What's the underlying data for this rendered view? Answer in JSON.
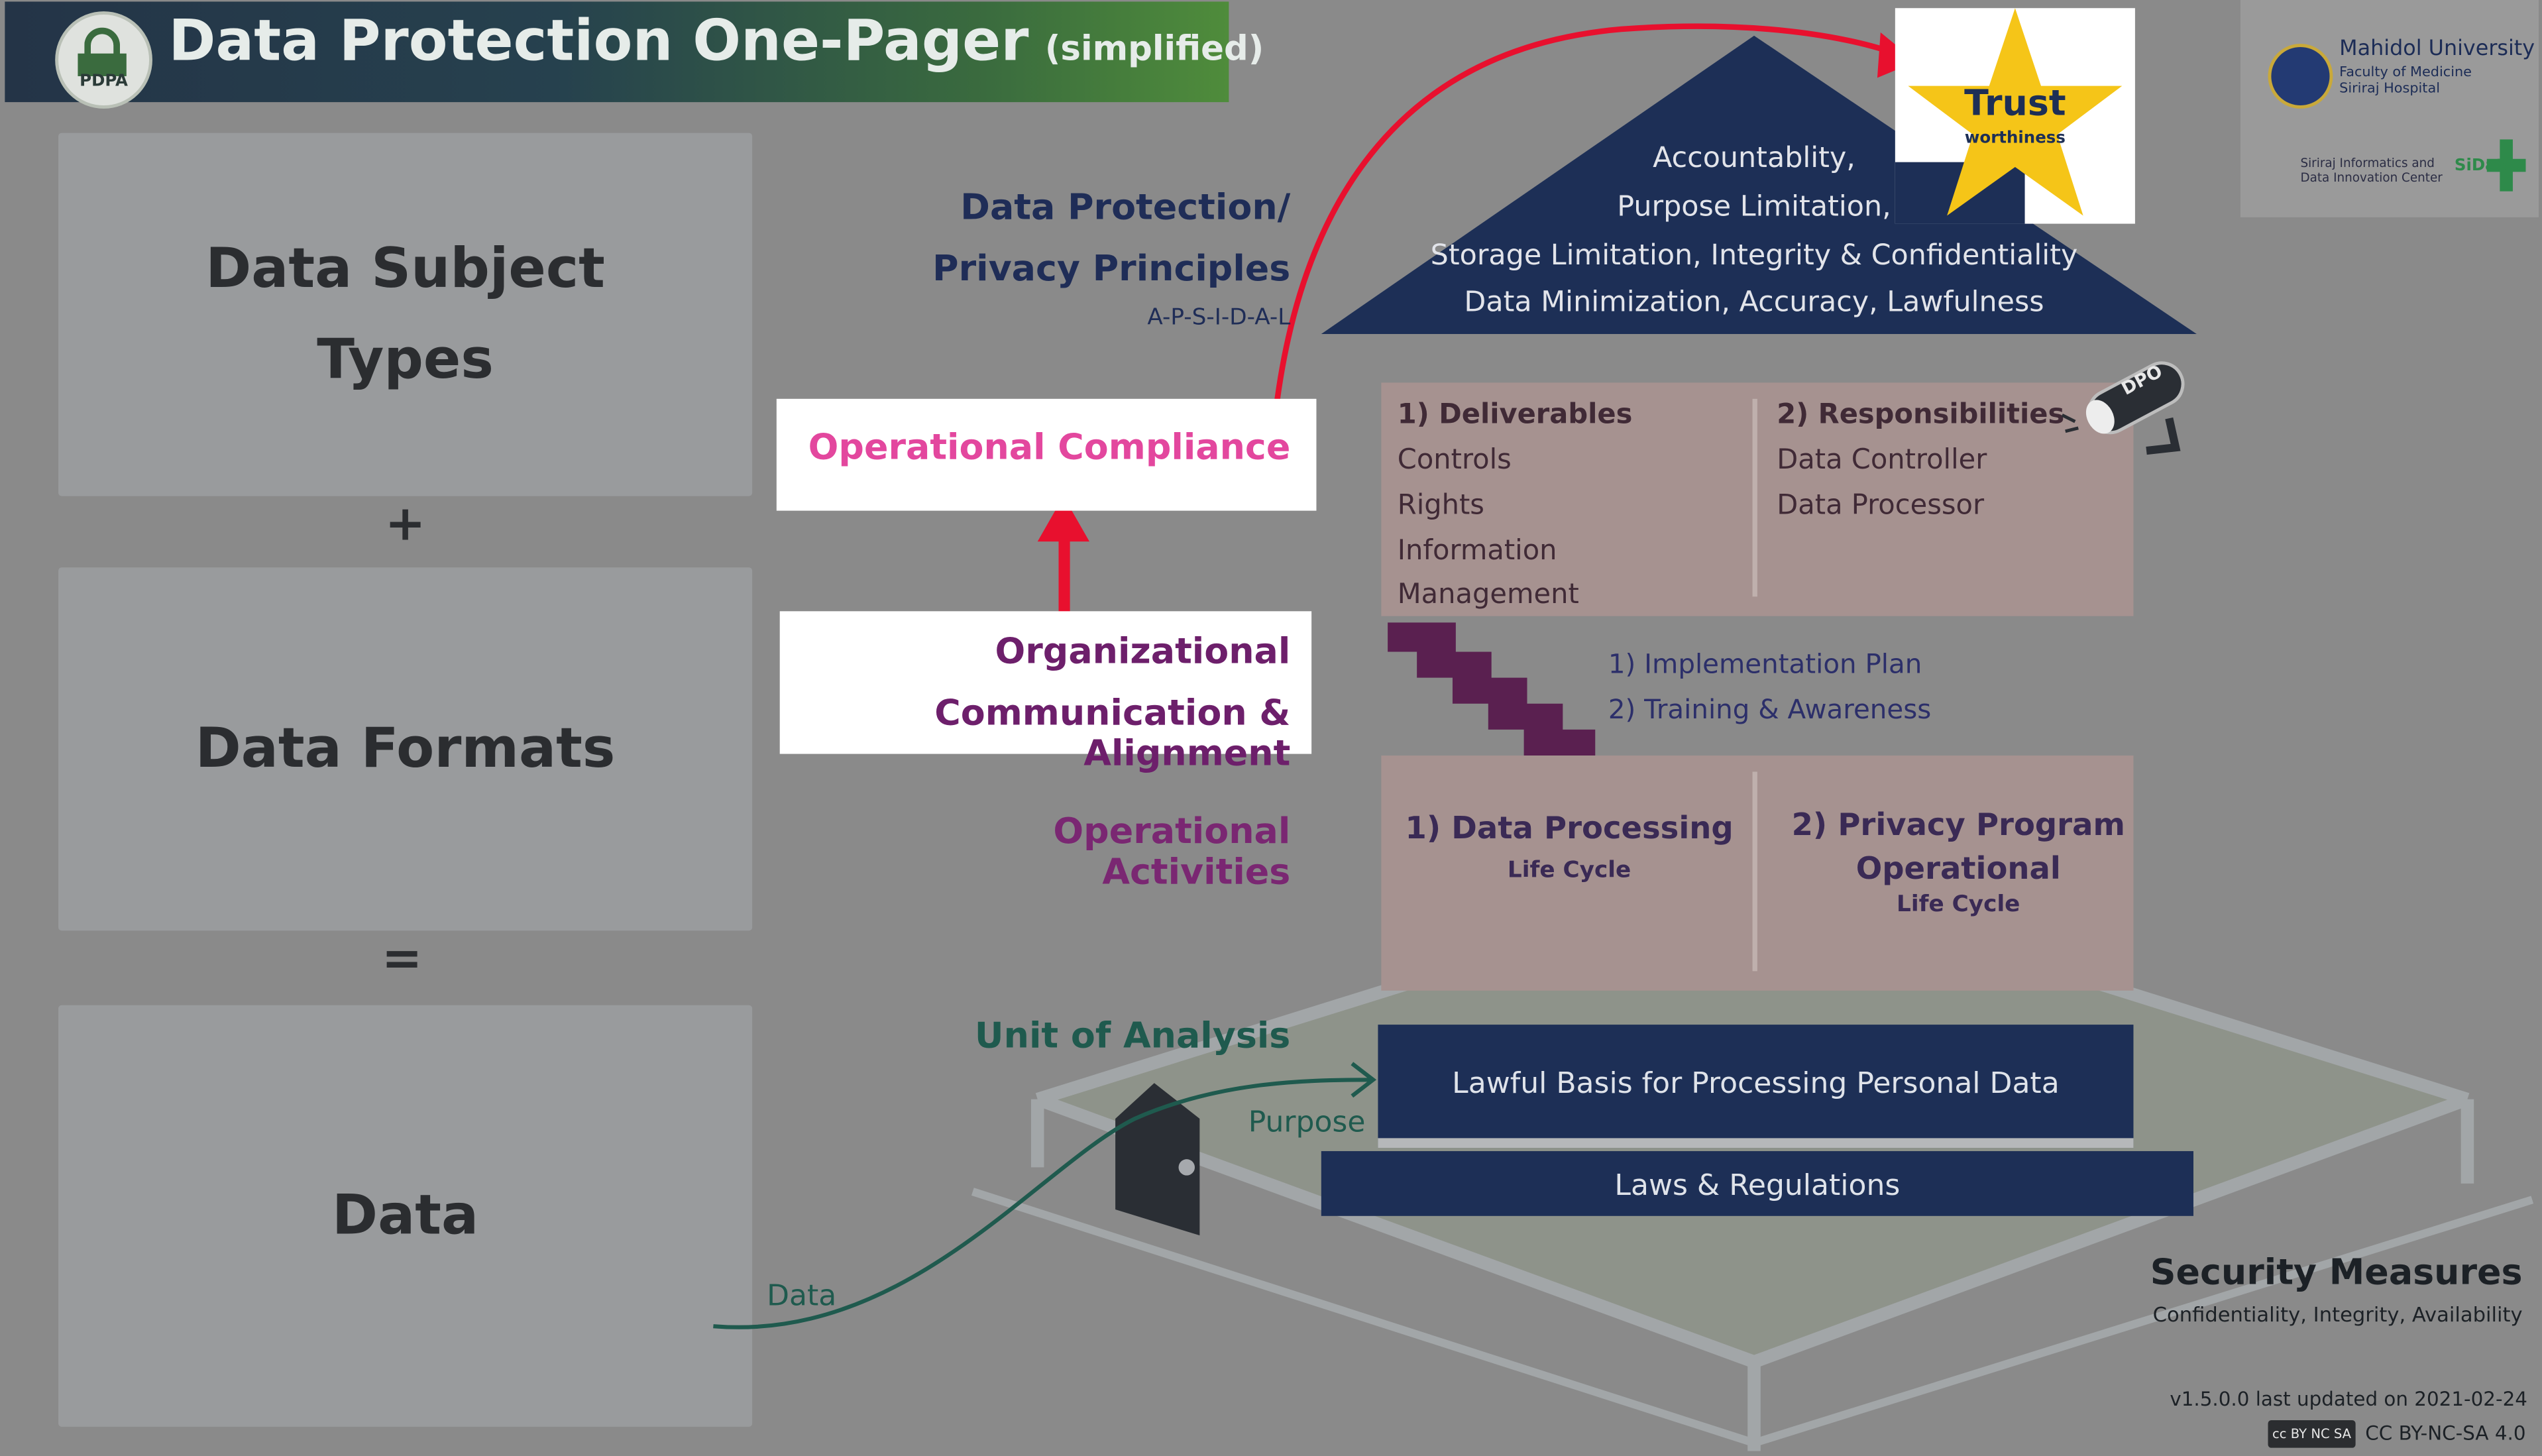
{
  "header": {
    "logo_text": "PDPA",
    "title": "Data Protection One-Pager",
    "subtitle": "(simplified)"
  },
  "branding": {
    "university": "Mahidol University",
    "faculty": "Faculty of Medicine",
    "hospital": "Siriraj Hospital",
    "center_line1": "Siriraj Informatics and",
    "center_line2": "Data Innovation Center",
    "center_logo": "SiData"
  },
  "left_column": {
    "box1": [
      "Data Subject",
      "Types"
    ],
    "op_plus": "+",
    "box2": "Data Formats",
    "op_equals": "=",
    "box3": "Data"
  },
  "principles": {
    "title_line1": "Data Protection/",
    "title_line2": "Privacy Principles",
    "acronym": "A-P-S-I-D-A-L",
    "roof_lines": [
      "Accountablity,",
      "Purpose Limitation,",
      "Storage Limitation, Integrity & Confidentiality",
      "Data Minimization, Accuracy, Lawfulness"
    ]
  },
  "trust": {
    "word": "Trust",
    "suffix": "worthiness"
  },
  "operational_compliance": "Operational Compliance",
  "org_comm": {
    "line1": "Organizational",
    "line2": "Communication & Alignment"
  },
  "deliverables": {
    "title": "1) Deliverables",
    "items": [
      "Controls",
      "Rights",
      "Information",
      "Management"
    ]
  },
  "responsibilities": {
    "title": "2) Responsibilities",
    "items": [
      "Data Controller",
      "Data Processor"
    ]
  },
  "dpo_label": "DPO",
  "plan": {
    "item1": "1) Implementation Plan",
    "item2": "2) Training & Awareness"
  },
  "operational_activities": "Operational Activities",
  "activities": {
    "data_processing_title": "1) Data Processing",
    "data_processing_sub": "Life Cycle",
    "privacy_title_line1": "2) Privacy Program",
    "privacy_title_line2": "Operational",
    "privacy_sub": "Life Cycle"
  },
  "unit_of_analysis": "Unit of Analysis",
  "purpose": "Purpose",
  "data_flow_label": "Data",
  "lawful_basis": "Lawful Basis for Processing Personal Data",
  "laws": "Laws & Regulations",
  "security": {
    "title": "Security Measures",
    "subtitle": "Confidentiality, Integrity, Availability"
  },
  "footer": {
    "version": "v1.5.0.0 last updated on 2021-02-24",
    "license": "CC BY-NC-SA 4.0",
    "cc_badge": "cc BY NC SA"
  },
  "colors": {
    "navy": "#1d2f56",
    "pink_box": "#a69290",
    "magenta": "#6d1f6b",
    "pink_text": "#e3479e",
    "red_arrow": "#e8102e",
    "teal": "#1f5a4e",
    "star": "#f5c518"
  }
}
